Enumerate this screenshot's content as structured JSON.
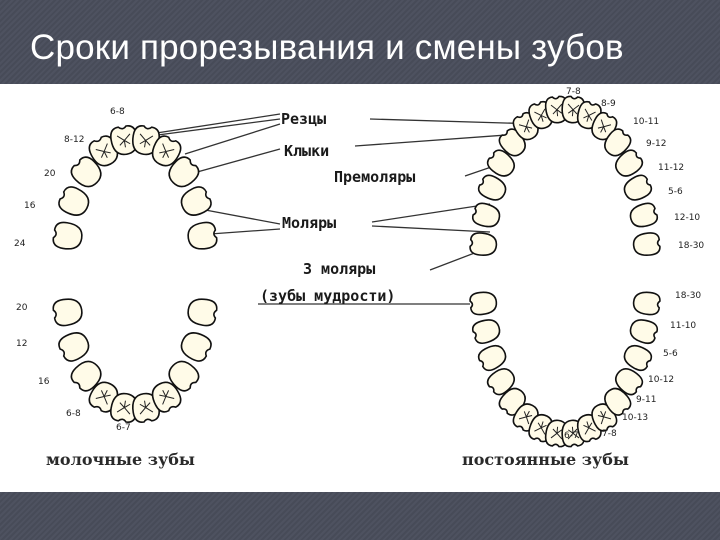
{
  "slide": {
    "title": "Сроки прорезывания и смены зубов"
  },
  "labels": {
    "incisors": "Резцы",
    "canines": "Клыки",
    "premolars": "Премоляры",
    "molars": "Моляры",
    "third_molars_line1": "3 моляры",
    "third_molars_line2": "(зубы мудрости)"
  },
  "captions": {
    "milk": "молочные зубы",
    "permanent": "постоянные зубы"
  },
  "milk_ages": [
    "6-8",
    "8-12",
    "20",
    "16",
    "24",
    "20",
    "12",
    "16",
    "6-8",
    "6-7"
  ],
  "permanent_ages": [
    "7-8",
    "8-9",
    "10-11",
    "9-12",
    "11-12",
    "5-6",
    "12-10",
    "18-30",
    "18-30",
    "11-10",
    "5-6",
    "10-12",
    "9-11",
    "10-13",
    "6-7",
    "7-8"
  ]
}
